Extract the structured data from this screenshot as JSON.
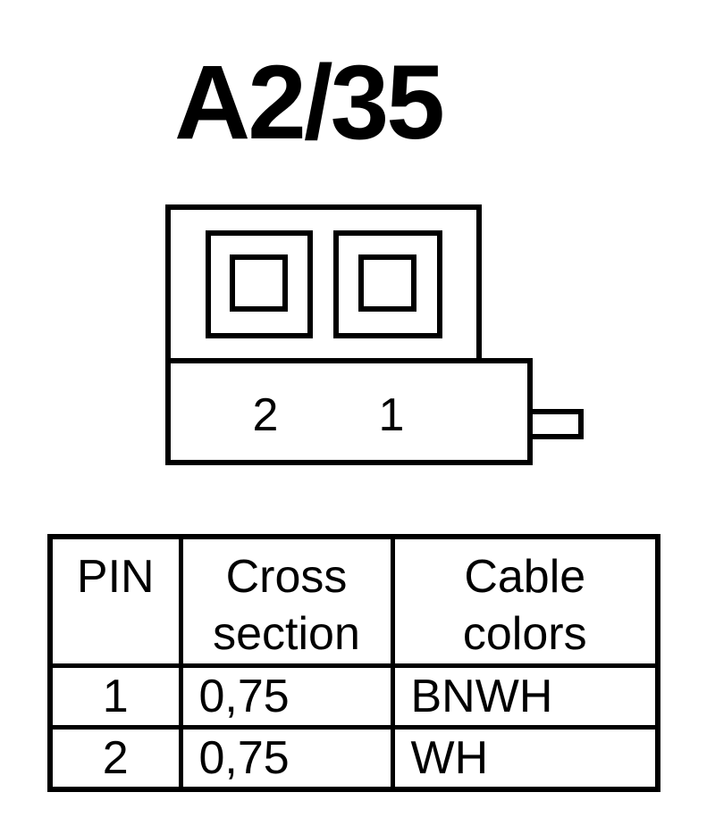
{
  "title": "A2/35",
  "connector": {
    "pin_labels": [
      "2",
      "1"
    ]
  },
  "table": {
    "headers": {
      "pin": "PIN",
      "cross_section_line1": "Cross",
      "cross_section_line2": "section",
      "cable_colors_line1": "Cable",
      "cable_colors_line2": "colors"
    },
    "rows": [
      {
        "pin": "1",
        "cross_section": "0,75",
        "cable_colors": "BNWH"
      },
      {
        "pin": "2",
        "cross_section": "0,75",
        "cable_colors": "WH"
      }
    ]
  }
}
